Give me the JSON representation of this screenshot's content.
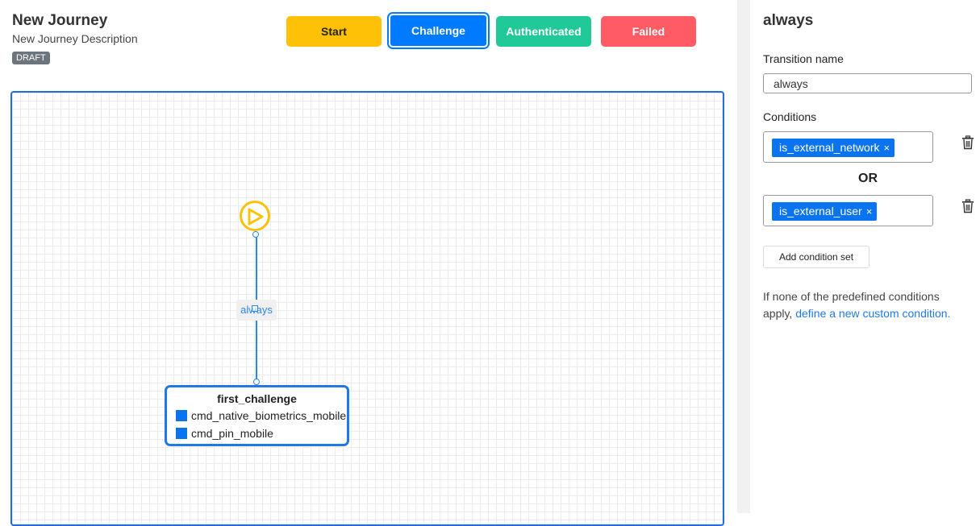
{
  "header": {
    "title": "New Journey",
    "description": "New Journey Description",
    "status_badge": "DRAFT"
  },
  "node_buttons": {
    "start": "Start",
    "challenge": "Challenge",
    "authenticated": "Authenticated",
    "failed": "Failed"
  },
  "canvas": {
    "edge_label": "always",
    "challenge_node": {
      "title": "first_challenge",
      "methods": [
        "cmd_native_biometrics_mobile",
        "cmd_pin_mobile"
      ]
    }
  },
  "panel": {
    "title": "always",
    "transition_name_label": "Transition name",
    "transition_name_value": "always",
    "conditions_label": "Conditions",
    "condition_sets": [
      {
        "chip": "is_external_network",
        "remove": "×"
      },
      {
        "chip": "is_external_user",
        "remove": "×"
      }
    ],
    "or_label": "OR",
    "add_condition_set": "Add condition set",
    "help_text": "If none of the predefined conditions apply,",
    "help_link": "define a new custom condition."
  },
  "colors": {
    "start": "#ffc107",
    "challenge": "#007bff",
    "authenticated": "#20c997",
    "failed": "#ff5b64",
    "edge": "#2a88e8"
  }
}
